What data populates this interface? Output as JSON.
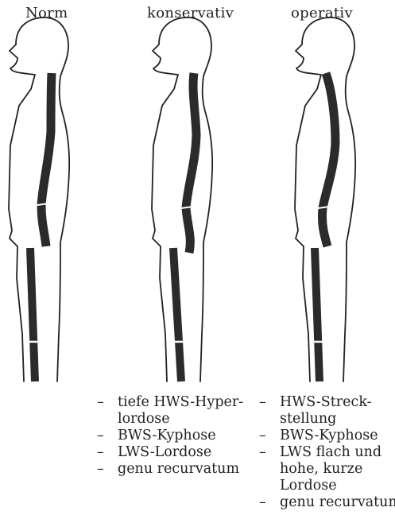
{
  "columns": [
    {
      "id": "norm",
      "label": "Norm"
    },
    {
      "id": "konservativ",
      "label": "konservativ"
    },
    {
      "id": "operativ",
      "label": "operativ"
    }
  ],
  "notes": {
    "konservativ": [
      "tiefe HWS-Hyper-lordose",
      "BWS-Kyphose",
      "LWS-Lordose",
      "genu recurvatum"
    ],
    "operativ": [
      "HWS-Streck-stellung",
      "BWS-Kyphose",
      "LWS flach und hohe, kurze Lordose",
      "genu recurvatum"
    ]
  },
  "bullet": "–",
  "colors": {
    "outline": "#222222",
    "spine": "#2b2b2b",
    "background": "#ffffff"
  }
}
